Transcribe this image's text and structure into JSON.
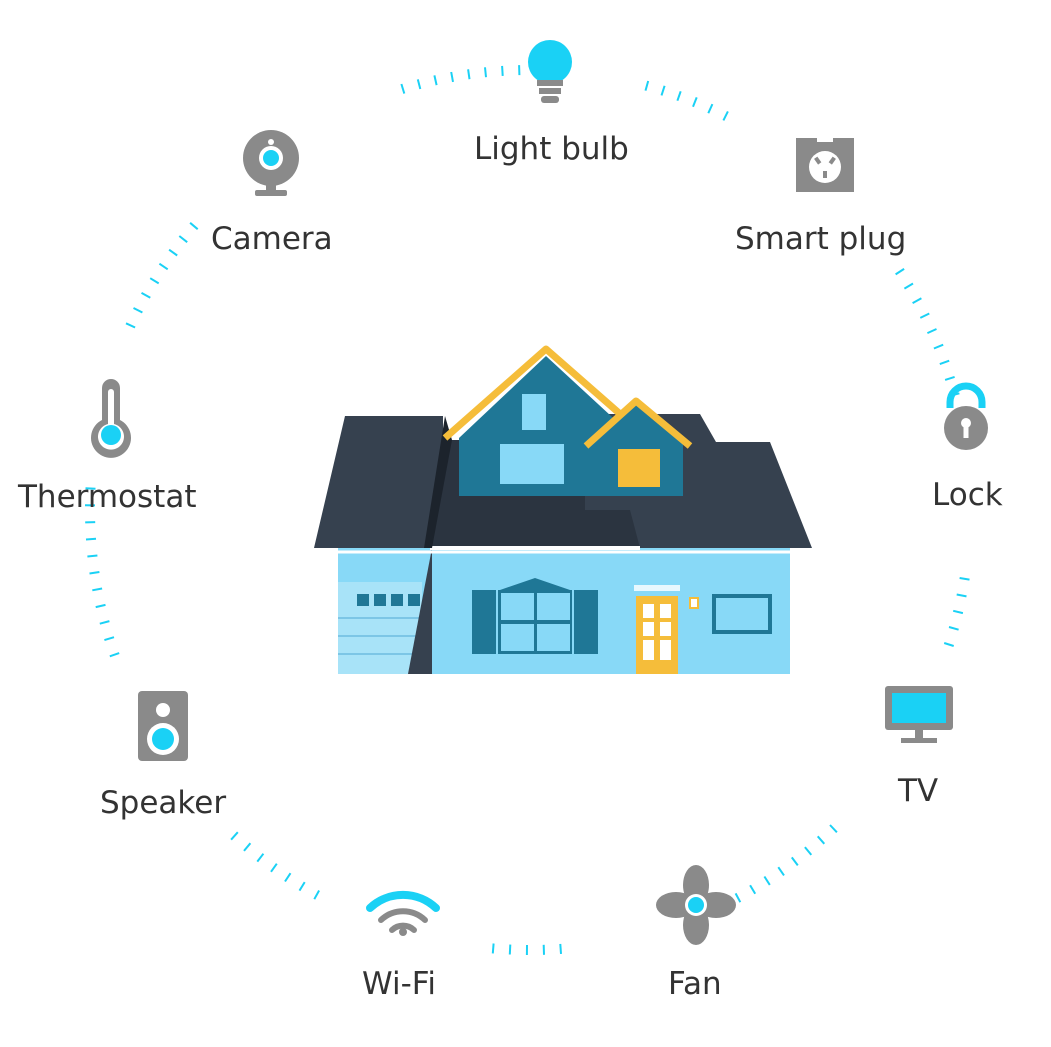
{
  "devices": {
    "light_bulb": "Light bulb",
    "smart_plug": "Smart plug",
    "camera": "Camera",
    "thermostat": "Thermostat",
    "lock": "Lock",
    "speaker": "Speaker",
    "tv": "TV",
    "wifi": "Wi-Fi",
    "fan": "Fan"
  },
  "icons": {
    "light_bulb": "light-bulb-icon",
    "smart_plug": "smart-plug-icon",
    "camera": "camera-icon",
    "thermostat": "thermostat-icon",
    "lock": "lock-icon",
    "speaker": "speaker-icon",
    "tv": "tv-icon",
    "wifi": "wifi-icon",
    "fan": "fan-icon",
    "house": "house-illustration"
  },
  "colors": {
    "accent_cyan": "#1ad1f5",
    "icon_gray": "#8a8a8a",
    "roof_dark": "#36414f",
    "roof_trim": "#f5bd3a",
    "wall_light_blue": "#88d9f7",
    "gable_teal": "#1f7796",
    "label_text": "#333333"
  }
}
